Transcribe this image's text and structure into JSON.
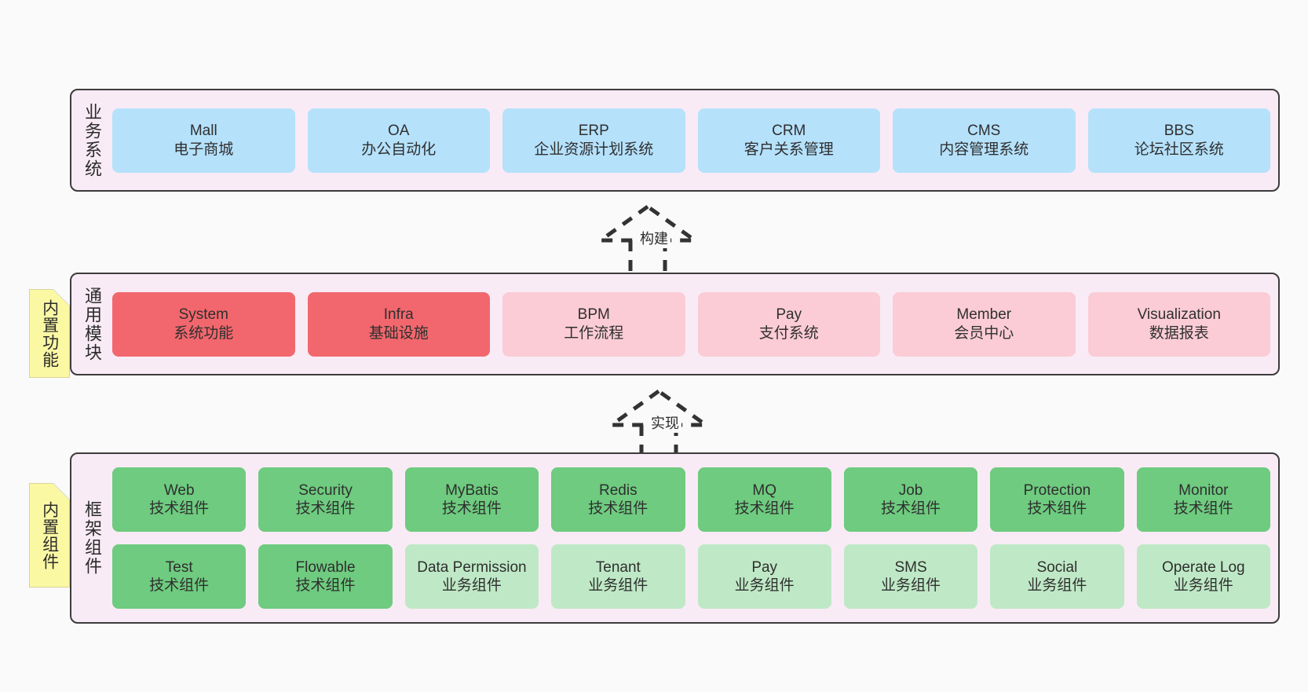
{
  "layers": [
    {
      "key": "business",
      "label": "业务系统",
      "rows": [
        [
          {
            "en": "Mall",
            "cn": "电子商城",
            "style": "blue"
          },
          {
            "en": "OA",
            "cn": "办公自动化",
            "style": "blue"
          },
          {
            "en": "ERP",
            "cn": "企业资源计划系统",
            "style": "blue"
          },
          {
            "en": "CRM",
            "cn": "客户关系管理",
            "style": "blue"
          },
          {
            "en": "CMS",
            "cn": "内容管理系统",
            "style": "blue"
          },
          {
            "en": "BBS",
            "cn": "论坛社区系统",
            "style": "blue"
          }
        ]
      ]
    },
    {
      "key": "common",
      "label": "通用模块",
      "note": "内置功能",
      "rows": [
        [
          {
            "en": "System",
            "cn": "系统功能",
            "style": "red"
          },
          {
            "en": "Infra",
            "cn": "基础设施",
            "style": "red"
          },
          {
            "en": "BPM",
            "cn": "工作流程",
            "style": "pink"
          },
          {
            "en": "Pay",
            "cn": "支付系统",
            "style": "pink"
          },
          {
            "en": "Member",
            "cn": "会员中心",
            "style": "pink"
          },
          {
            "en": "Visualization",
            "cn": "数据报表",
            "style": "pink"
          }
        ]
      ]
    },
    {
      "key": "framework",
      "label": "框架组件",
      "note": "内置组件",
      "rows": [
        [
          {
            "en": "Web",
            "cn": "技术组件",
            "style": "green"
          },
          {
            "en": "Security",
            "cn": "技术组件",
            "style": "green"
          },
          {
            "en": "MyBatis",
            "cn": "技术组件",
            "style": "green"
          },
          {
            "en": "Redis",
            "cn": "技术组件",
            "style": "green"
          },
          {
            "en": "MQ",
            "cn": "技术组件",
            "style": "green"
          },
          {
            "en": "Job",
            "cn": "技术组件",
            "style": "green"
          },
          {
            "en": "Protection",
            "cn": "技术组件",
            "style": "green"
          },
          {
            "en": "Monitor",
            "cn": "技术组件",
            "style": "green"
          }
        ],
        [
          {
            "en": "Test",
            "cn": "技术组件",
            "style": "green"
          },
          {
            "en": "Flowable",
            "cn": "技术组件",
            "style": "green"
          },
          {
            "en": "Data Permission",
            "cn": "业务组件",
            "style": "lightgreen"
          },
          {
            "en": "Tenant",
            "cn": "业务组件",
            "style": "lightgreen"
          },
          {
            "en": "Pay",
            "cn": "业务组件",
            "style": "lightgreen"
          },
          {
            "en": "SMS",
            "cn": "业务组件",
            "style": "lightgreen"
          },
          {
            "en": "Social",
            "cn": "业务组件",
            "style": "lightgreen"
          },
          {
            "en": "Operate Log",
            "cn": "业务组件",
            "style": "lightgreen"
          }
        ]
      ]
    }
  ],
  "connectors": [
    {
      "key": "build",
      "label": "构建"
    },
    {
      "key": "implement",
      "label": "实现"
    }
  ],
  "colors": {
    "panel_bg": "#f9ebf5",
    "panel_border": "#3c3c3c",
    "blue": "#b5e1fb",
    "red": "#f2676d",
    "pink": "#fbccd6",
    "green": "#6ecb7f",
    "light_green": "#bfe9c6",
    "note_yellow": "#fbf8a4",
    "canvas_bg": "#fafafa"
  }
}
